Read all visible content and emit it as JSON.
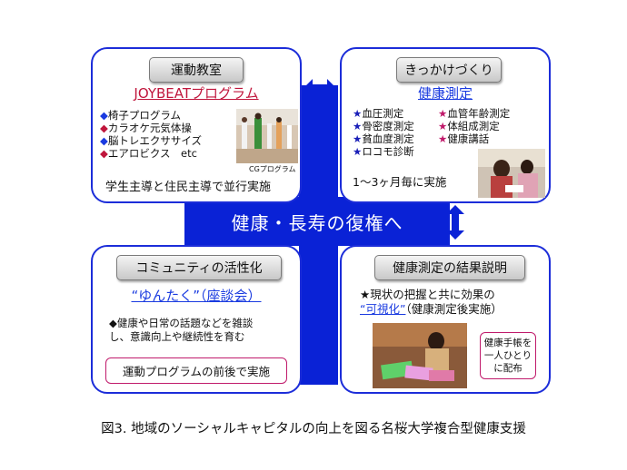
{
  "center_label": "健康・長寿の復権へ",
  "panels": {
    "top_left": {
      "header": "運動教室",
      "subtitle": "JOYBEATプログラム",
      "items": [
        {
          "bullet": "◆",
          "text": "椅子プログラム"
        },
        {
          "bullet": "◆",
          "text": "カラオケ元気体操"
        },
        {
          "bullet": "◆",
          "text": "脳トレエクササイズ"
        },
        {
          "bullet": "◆",
          "text": "エアロビクス　etc"
        }
      ],
      "photo_caption": "CGプログラム",
      "footer": "学生主導と住民主導で並行実施"
    },
    "top_right": {
      "header": "きっかけづくり",
      "subtitle": "健康測定",
      "items_left": [
        {
          "bullet": "★",
          "text": "血圧測定"
        },
        {
          "bullet": "★",
          "text": "骨密度測定"
        },
        {
          "bullet": "★",
          "text": "貧血度測定"
        },
        {
          "bullet": "★",
          "text": "ロコモ診断"
        }
      ],
      "items_right": [
        {
          "bullet": "★",
          "text": "血管年齢測定"
        },
        {
          "bullet": "★",
          "text": "体組成測定"
        },
        {
          "bullet": "★",
          "text": "健康講話"
        }
      ],
      "footer": "1〜3ヶ月毎に実施"
    },
    "bottom_left": {
      "header": "コミュニティの活性化",
      "subtitle": "“ゆんたく”（座談会）",
      "body_line1": "◆健康や日常の話題などを雑談",
      "body_line2": "し、意識向上や継続性を育む",
      "note": "運動プログラムの前後で実施"
    },
    "bottom_right": {
      "header": "健康測定の結果説明",
      "line1": "★現状の把握と共に効果の",
      "line2_highlight": "“可視化”",
      "line2_rest": "（健康測定後実施）",
      "note_lines": [
        "健康手帳を",
        "一人ひとり",
        "に配布"
      ]
    }
  },
  "caption": "図3. 地域のソーシャルキャピタルの向上を図る名桜大学複合型健康支援",
  "colors": {
    "accent_blue": "#0a22d6",
    "pink": "#c01a6b",
    "red": "#c0163c"
  }
}
